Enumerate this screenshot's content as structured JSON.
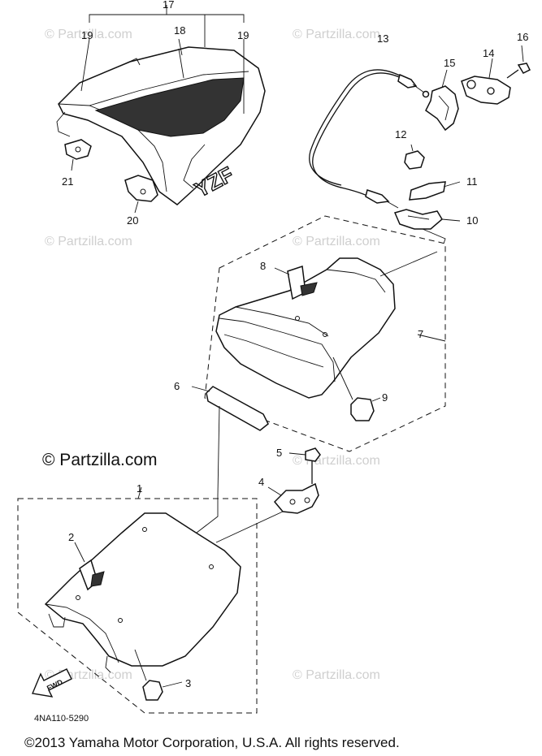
{
  "watermarks": {
    "small": "© Partzilla.com",
    "main": "© Partzilla.com"
  },
  "callouts": {
    "p1": "1",
    "p2": "2",
    "p3": "3",
    "p4": "4",
    "p5": "5",
    "p6": "6",
    "p7": "7",
    "p8": "8",
    "p9": "9",
    "p10": "10",
    "p11": "11",
    "p12": "12",
    "p13": "13",
    "p14": "14",
    "p15": "15",
    "p16": "16",
    "p17": "17",
    "p18": "18",
    "p19a": "19",
    "p19b": "19",
    "p20": "20",
    "p21": "21"
  },
  "fwd_label": "FWD",
  "diagram_code": "4NA110-5290",
  "copyright": "©2013 Yamaha Motor Corporation, U.S.A. All rights reserved."
}
